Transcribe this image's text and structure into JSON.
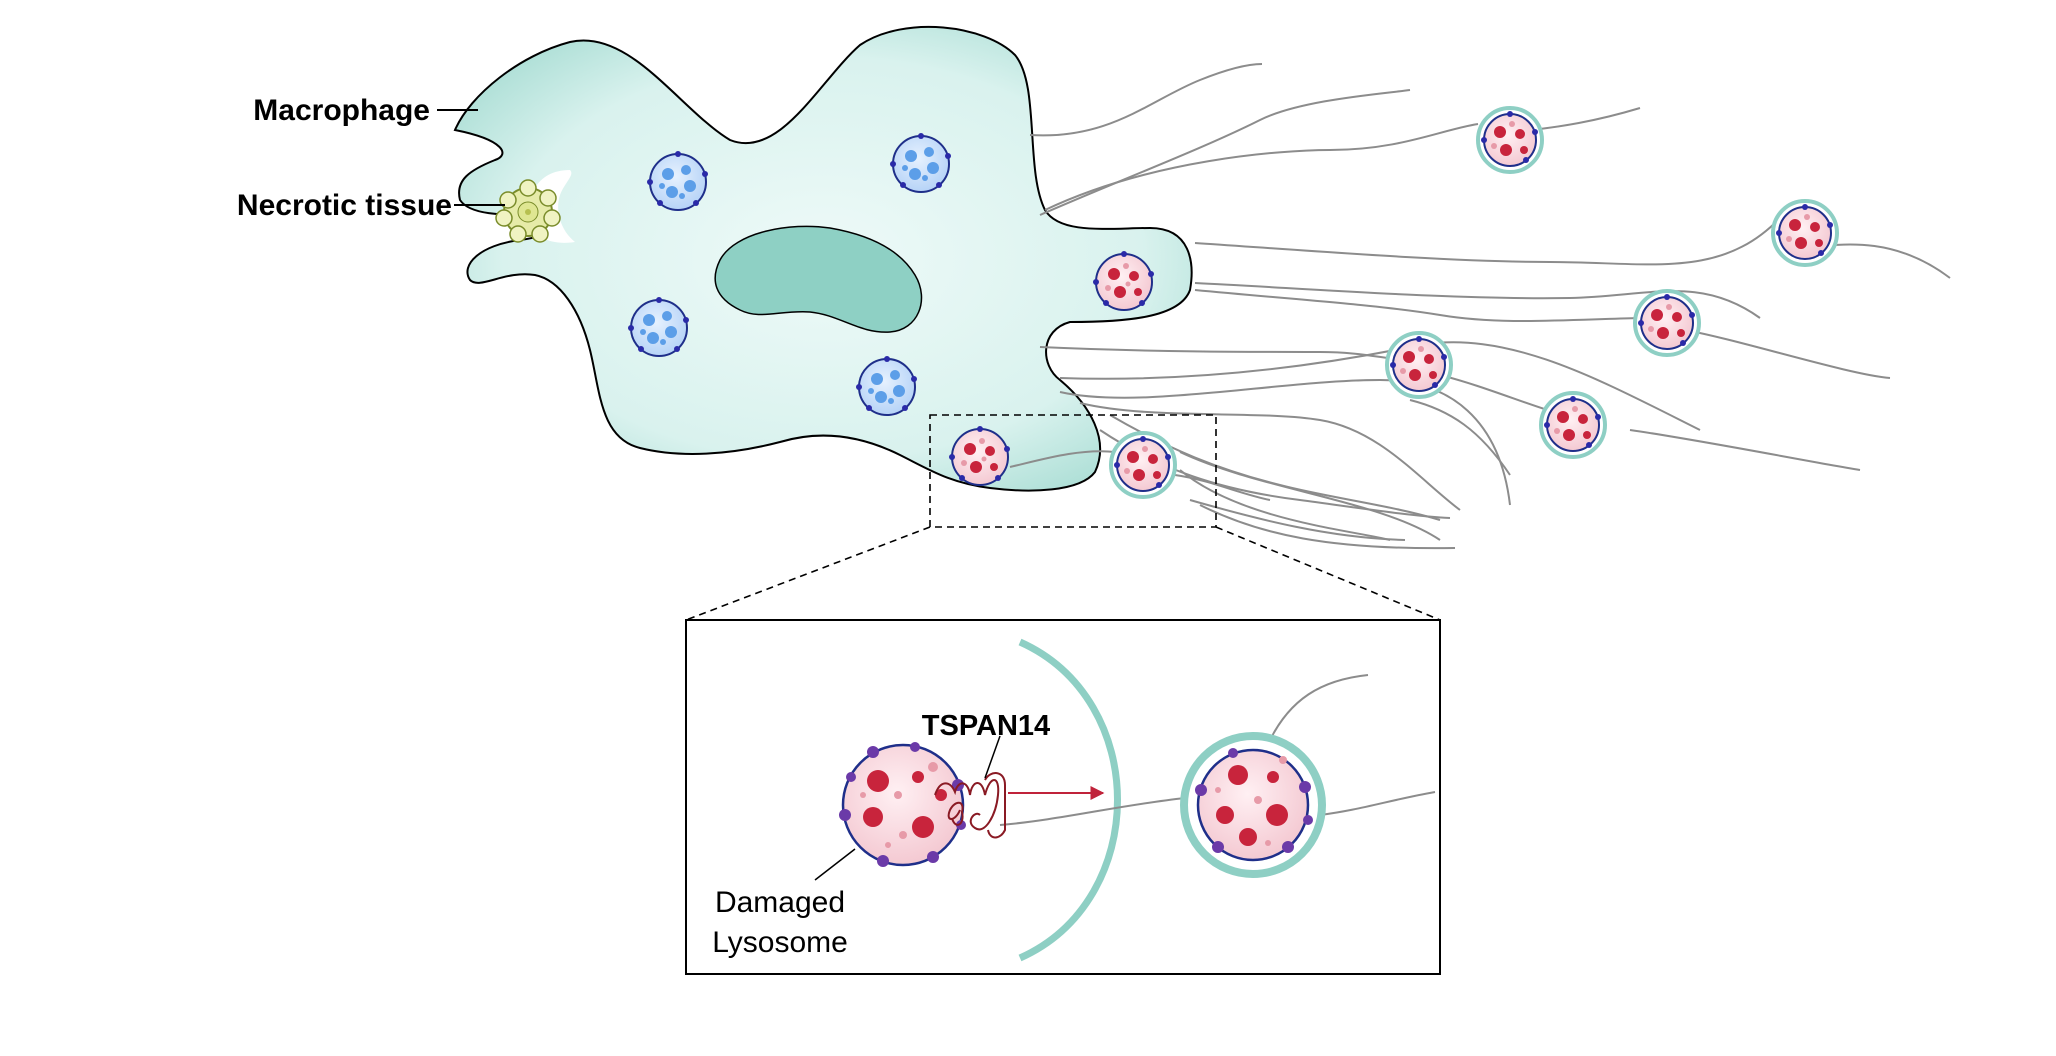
{
  "labels": {
    "macrophage": "Macrophage",
    "necrotic_tissue": "Necrotic tissue",
    "tspan14": "TSPAN14",
    "damaged": "Damaged",
    "lysosome": "Lysosome"
  },
  "colors": {
    "cell_fill": "#e3f5f2",
    "cell_edge": "#8fd3c7",
    "nucleus": "#8ed0c4",
    "healthy_lysosome": "#cfe3fb",
    "healthy_dots": "#5c9ee8",
    "damaged_lysosome": "#f9dde3",
    "damaged_dots": "#c8243c",
    "membrane_ring": "#8ecfc4",
    "necrotic": "#e6eba8",
    "arrow": "#c0233a",
    "strand": "#8c8c8c"
  }
}
